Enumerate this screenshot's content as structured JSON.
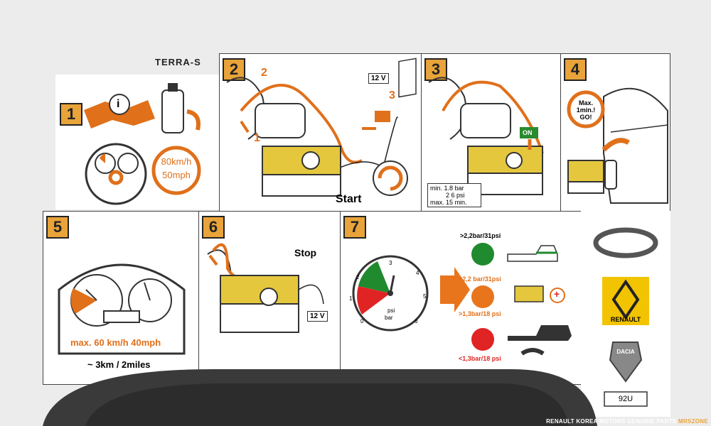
{
  "brand": "TERRA-S",
  "steps": {
    "s1": {
      "num": "1",
      "speed_kmh": "80km/h",
      "speed_mph": "50mph",
      "info_icon": "i"
    },
    "s2": {
      "num": "2",
      "power": "12 V",
      "start": "Start",
      "arrow1": "1",
      "arrow2": "2",
      "arrow3": "3"
    },
    "s3": {
      "num": "3",
      "on": "ON",
      "spec_rows": [
        {
          "label": "min.",
          "value": "1.8",
          "unit": "bar"
        },
        {
          "label": "",
          "value": "2 6",
          "unit": "psi"
        },
        {
          "label": "max.",
          "value": "15",
          "unit": "min."
        }
      ]
    },
    "s4": {
      "num": "4",
      "badge_line1": "Max.",
      "badge_line2": "1min.!",
      "badge_line3": "GO!"
    },
    "s5": {
      "num": "5",
      "speed": "max. 60 km/h 40mph",
      "distance": "~ 3km / 2miles"
    },
    "s6": {
      "num": "6",
      "stop": "Stop",
      "power": "12 V"
    },
    "s7": {
      "num": "7",
      "gauge": {
        "unit_psi": "psi",
        "unit_bar": "bar",
        "ticks": [
          "0",
          "1",
          "2",
          "3",
          "4",
          "5",
          "6"
        ]
      },
      "rules": [
        {
          "label": ">2,2bar/31psi",
          "color": "#1f8a2e"
        },
        {
          "label": "<2,2 bar/31psi",
          "label2": ">1,3bar/18 psi",
          "color": "#e8741c"
        },
        {
          "label": "<1,3bar/18 psi",
          "color": "#e02424"
        }
      ],
      "plus": "+"
    }
  },
  "logos": {
    "renault": "RENAULT",
    "dacia": "DACIA",
    "code": "92U"
  },
  "caption": {
    "main": "RENAULT KOREA MOTORS GENUINE PARTS",
    "accent": "MRSZONE",
    "accent_color": "#e8a33a"
  }
}
